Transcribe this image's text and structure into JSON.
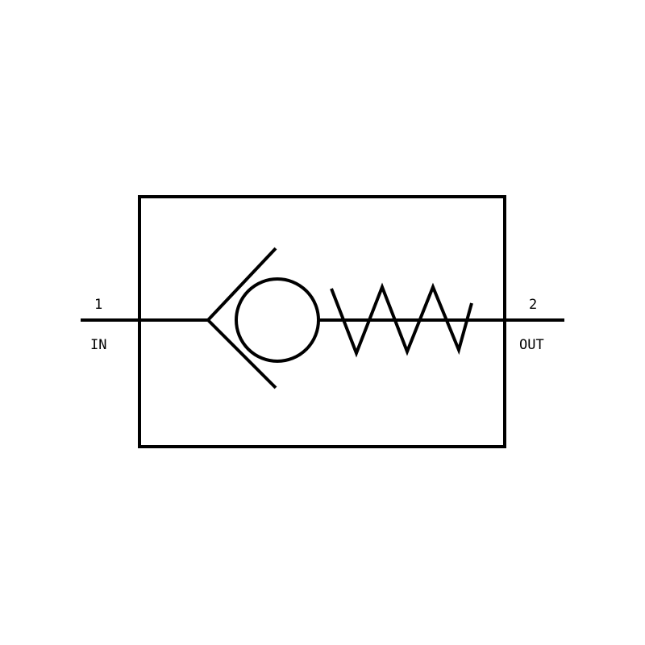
{
  "colors": {
    "line": "#000000",
    "background": "#ffffff"
  },
  "ports": {
    "inlet": {
      "number": "1",
      "name": "IN"
    },
    "outlet": {
      "number": "2",
      "name": "OUT"
    }
  }
}
